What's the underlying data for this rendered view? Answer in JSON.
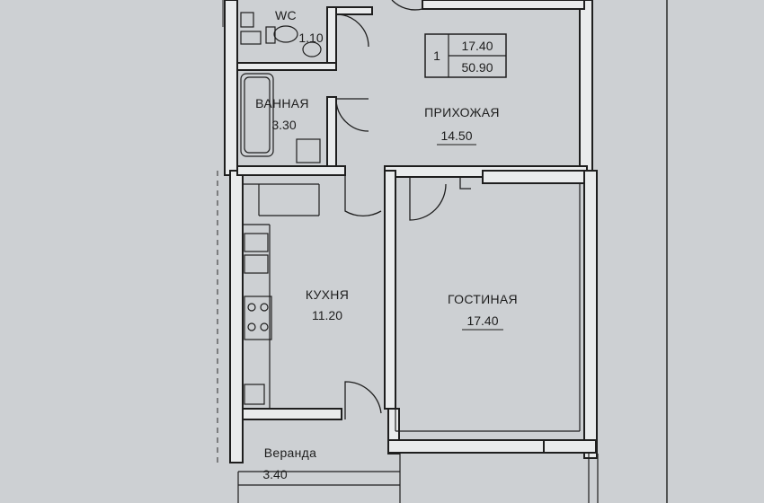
{
  "summary": {
    "rooms": "1",
    "living_area": "17.40",
    "total_area": "50.90"
  },
  "rooms": {
    "wc": {
      "name": "WC",
      "area": "1.10"
    },
    "bathroom": {
      "name": "ВАННАЯ",
      "area": "3.30"
    },
    "hallway": {
      "name": "ПРИХОЖАЯ",
      "area": "14.50"
    },
    "kitchen": {
      "name": "КУХНЯ",
      "area": "11.20"
    },
    "living": {
      "name": "ГОСТИНАЯ",
      "area": "17.40"
    },
    "veranda": {
      "name": "Веранда",
      "area": "3.40"
    }
  },
  "colors": {
    "paper": "#cdd0d3",
    "wall_fill": "#e9ebec",
    "ink": "#1e1e1e"
  }
}
